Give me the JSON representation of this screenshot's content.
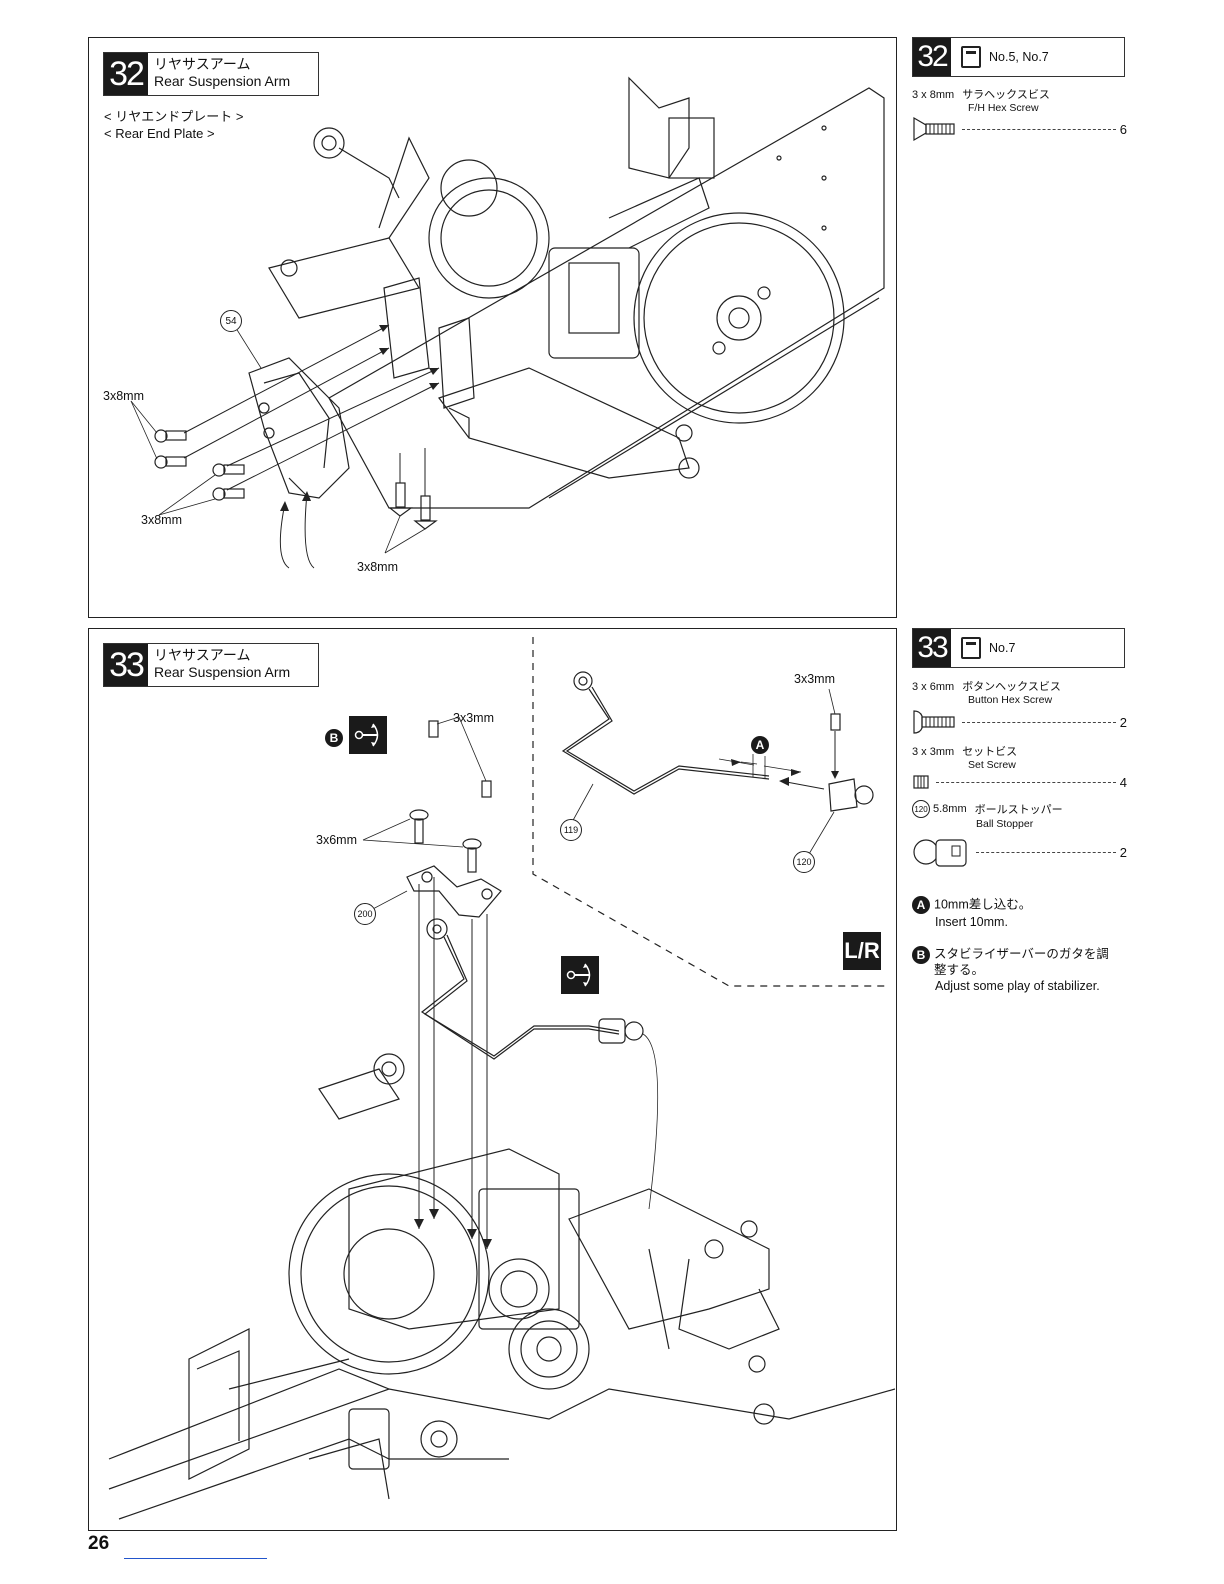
{
  "step32": {
    "number": "32",
    "title_jp": "リヤサスアーム",
    "title_en": "Rear Suspension Arm",
    "subtitle_jp": "< リヤエンドプレート >",
    "subtitle_en": "< Rear End Plate  >",
    "part_callout": "54",
    "screw_labels": [
      "3x8mm",
      "3x8mm",
      "3x8mm"
    ],
    "side": {
      "number": "32",
      "bag_ref": "No.5, No.7",
      "parts": [
        {
          "size": "3 x 8mm",
          "name_jp": "サラヘックスビス",
          "name_en": "F/H Hex Screw",
          "qty": "6"
        }
      ]
    }
  },
  "step33": {
    "number": "33",
    "title_jp": "リヤサスアーム",
    "title_en": "Rear Suspension Arm",
    "labels": {
      "set_screw_main": "3x3mm",
      "set_screw_inset": "3x3mm",
      "hex_screw": "3x6mm"
    },
    "callouts": {
      "bracket": "200",
      "stabilizer": "119",
      "ball_stopper": "120",
      "marker_a": "A",
      "marker_b": "B"
    },
    "lr_mark": "L/R",
    "side": {
      "number": "33",
      "bag_ref": "No.7",
      "parts": [
        {
          "size": "3 x 6mm",
          "name_jp": "ボタンヘックスビス",
          "name_en": "Button Hex Screw",
          "qty": "2"
        },
        {
          "size": "3 x 3mm",
          "name_jp": "セットビス",
          "name_en": "Set Screw",
          "qty": "4"
        },
        {
          "size": "5.8mm",
          "callout": "120",
          "name_jp": "ボールストッパー",
          "name_en": "Ball Stopper",
          "qty": "2"
        }
      ],
      "notes": [
        {
          "badge": "A",
          "jp": "10mm差し込む。",
          "en": "Insert 10mm."
        },
        {
          "badge": "B",
          "jp": "スタビライザーバーのガタを調整する。",
          "en": "Adjust some play of stabilizer."
        }
      ]
    }
  },
  "page": {
    "number": "26"
  }
}
